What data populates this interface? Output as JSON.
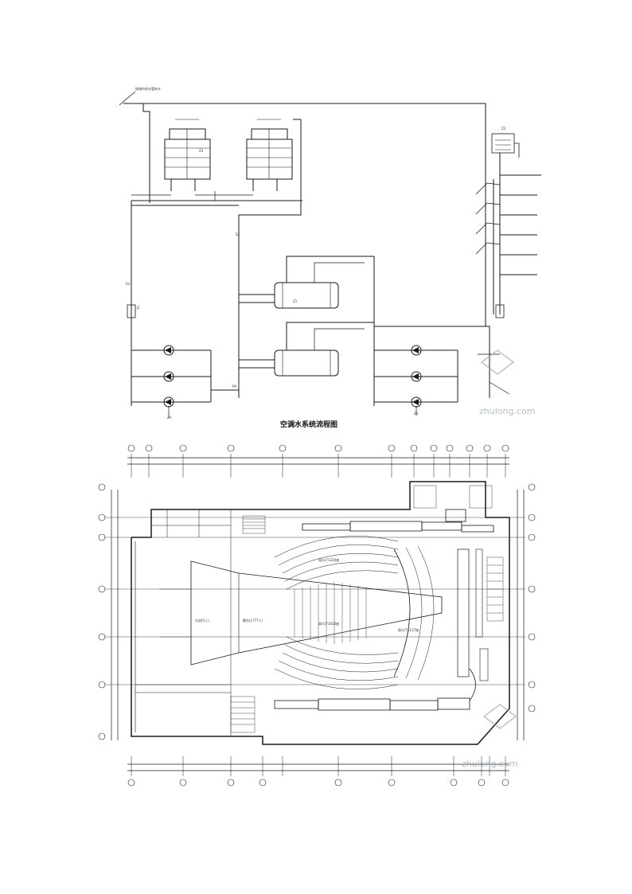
{
  "schematic": {
    "title": "空调水系统流程图",
    "top_note": "接城市给水管补水",
    "tag_z2": "Z2",
    "tag_s2": "S2",
    "tag_s3": "S3",
    "tag_z3": "Z3",
    "tag_z4": "Z4",
    "tag_z5": "Z5",
    "tag_p9": "P9",
    "tag_z1": "Z1",
    "tag_j1": "J1"
  },
  "plan": {
    "area_1": "观众厅1320座",
    "area_2": "舞台(1777人)",
    "area_3": "乐池(5人)",
    "area_4": "观众厅1025座",
    "area_5": "观众厅1127座"
  },
  "watermark": "zhulong.com",
  "colors": {
    "line": "#1a1a1a",
    "bg": "#ffffff",
    "watermark": "#9aa9b6"
  }
}
